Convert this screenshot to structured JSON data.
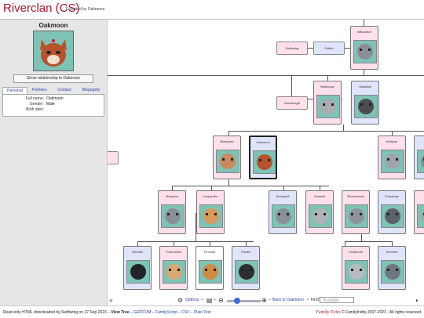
{
  "header": {
    "title": "Riverclan (CS)",
    "subtitle": "Founded by Oakmoon"
  },
  "sidebar": {
    "name": "Oakmoon",
    "show_relationship": "Show relationship to Oakmoon",
    "tabs": [
      "Personal",
      "Partners",
      "Contact",
      "Biography"
    ],
    "fields": [
      {
        "label": "Full name:",
        "value": "Oakmoon"
      },
      {
        "label": "Gender:",
        "value": "Male"
      },
      {
        "label": "Birth date:",
        "value": ""
      }
    ]
  },
  "tree": {
    "cards": [
      {
        "name": "Willowstar",
        "type": "f",
        "color": "#8a8f95"
      },
      {
        "name": "Nettlepaw",
        "type": "f",
        "color": "#a9acb0"
      },
      {
        "name": "Hawktail",
        "type": "m",
        "color": "#4a4d52"
      },
      {
        "name": "Blackpaw",
        "type": "f",
        "color": "#c98a62"
      },
      {
        "name": "Oakmoon",
        "type": "m",
        "color": "#b5542c"
      },
      {
        "name": "Mintpaw",
        "type": "f",
        "color": "#9da5ad"
      },
      {
        "name": "Cr",
        "type": "m",
        "color": "#808890"
      },
      {
        "name": "Mistyfoot",
        "type": "f",
        "color": "#8a8f95"
      },
      {
        "name": "Leopardfur",
        "type": "f",
        "color": "#d49b5c"
      },
      {
        "name": "Stonepelt",
        "type": "m",
        "color": "#8a9098"
      },
      {
        "name": "Mosskit",
        "type": "f",
        "color": "#b0b4b8"
      },
      {
        "name": "Silverstream",
        "type": "f",
        "color": "#8f9499"
      },
      {
        "name": "Greystripe",
        "type": "m",
        "color": "#5d6168"
      },
      {
        "name": "M",
        "type": "f",
        "color": "#a0a4a8"
      },
      {
        "name": "Reedkit",
        "type": "m",
        "color": "#222326"
      },
      {
        "name": "Primrosekit",
        "type": "f",
        "color": "#d9a877"
      },
      {
        "name": "Perchkit",
        "type": "n",
        "color": "#cd8a48"
      },
      {
        "name": "Pikekit",
        "type": "m",
        "color": "#2c2d31"
      },
      {
        "name": "Featherkit",
        "type": "f",
        "color": "#b8bbbe"
      },
      {
        "name": "Stormkit",
        "type": "m",
        "color": "#707780"
      }
    ],
    "pills": [
      {
        "name": "Swiftwing",
        "type": "f"
      },
      {
        "name": "Owlfur",
        "type": "m"
      },
      {
        "name": "Dawnbright",
        "type": "f"
      },
      {
        "name": "",
        "type": "f"
      }
    ]
  },
  "controls": {
    "options": "Options",
    "back_link": "Back to Oakmoon",
    "find_label": "Find:",
    "find_placeholder": "78 people",
    "icons": [
      "collapse-left-icon",
      "settings-icon",
      "print-icon",
      "zoom-out-icon",
      "zoom-in-icon",
      "dark-mode-icon"
    ],
    "zoom_level": 0.25
  },
  "footer": {
    "left_prefix": "Read-only HTML downloaded by Swiftwing on 27 Sep 2023 –",
    "view_tree": "View Tree",
    "gedcom": "GEDCOM",
    "familyscript": "FamilyScript",
    "csv": "CSV",
    "plain_text": "Plain Text",
    "brand": "Family Echo",
    "copyright": "© FamilyIndity 2007-2023 - All rights reserved"
  },
  "colors": {
    "title": "#a0182a",
    "female": "#fde0ec",
    "male": "#dfe4fb",
    "link": "#2244aa"
  }
}
